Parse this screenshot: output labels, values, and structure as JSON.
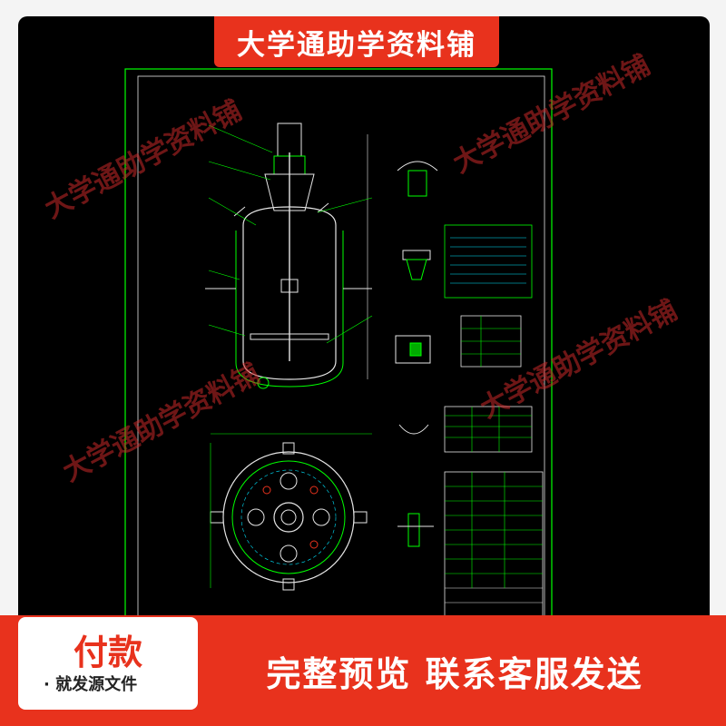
{
  "banner": {
    "title": "大学通助学资料铺"
  },
  "watermark": {
    "text": "大学通助学资料铺"
  },
  "payment": {
    "title": "付款",
    "subtitle": "· 就发源文件"
  },
  "promo": {
    "text": "完整预览 联系客服发送"
  },
  "colors": {
    "accent": "#e8321d",
    "cad_line": "#00ff00",
    "cad_white": "#e6e6e6",
    "cad_cyan": "#00e5ff",
    "background": "#000000"
  },
  "icons": [
    "reactor-vessel-drawing",
    "top-view-drawing",
    "detail-views",
    "parts-table"
  ]
}
